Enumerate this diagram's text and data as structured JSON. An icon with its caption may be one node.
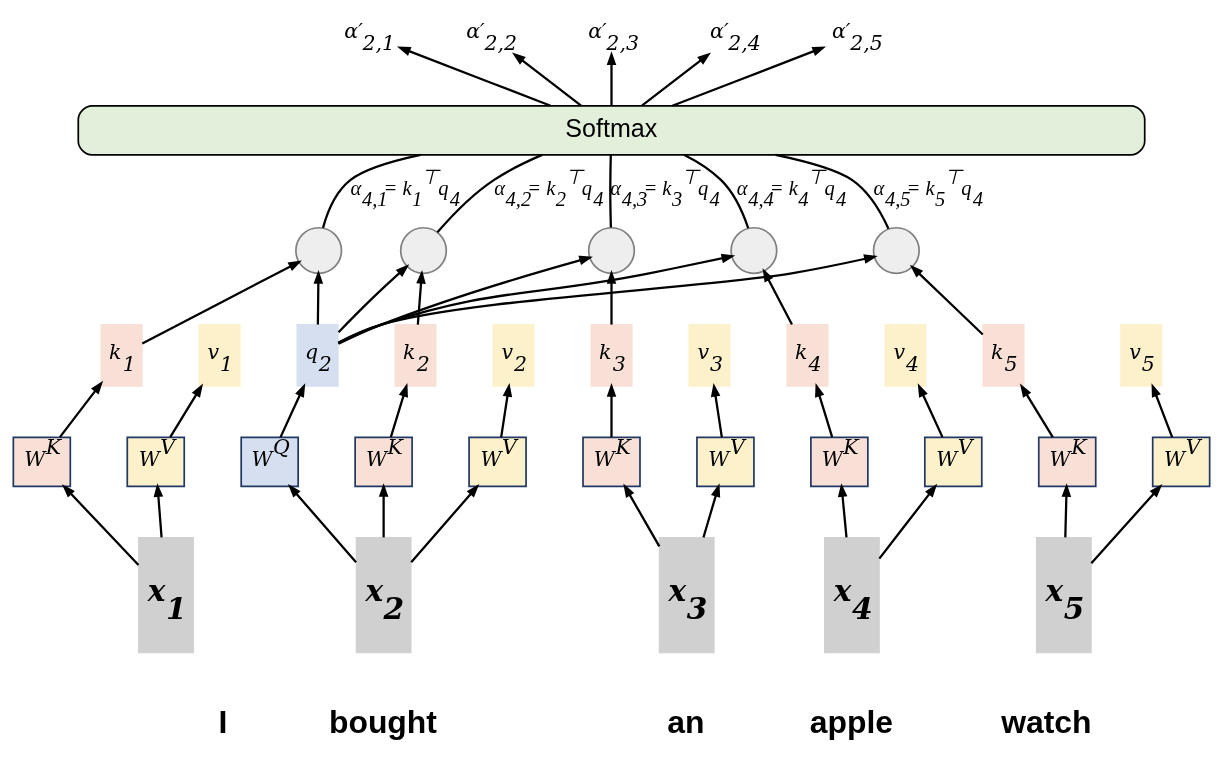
{
  "diagram": {
    "nodes": [
      {
        "text": [
          "α′$_{2,1}$"
        ]
      },
      {
        "text": [
          "α′$_{2,2}$"
        ]
      },
      {
        "text": [
          "α′$_{2,3}$"
        ]
      },
      {
        "text": [
          "α′$_{2,4}$"
        ]
      },
      {
        "text": [
          "α′$_{2,5}$"
        ]
      },
      {
        "text": [
          "Softmax"
        ]
      },
      {
        "text": [],
        "shape": "circle"
      },
      {
        "text": [],
        "shape": "circle"
      },
      {
        "text": [],
        "shape": "circle"
      },
      {
        "text": [],
        "shape": "circle"
      },
      {
        "text": [],
        "shape": "circle"
      },
      {
        "text": [
          "k$_{1}$"
        ]
      },
      {
        "text": [
          "v$_{1}$"
        ]
      },
      {
        "text": [
          "q$_{2}$"
        ]
      },
      {
        "text": [
          "k$_{2}$"
        ]
      },
      {
        "text": [
          "v$_{2}$"
        ]
      },
      {
        "text": [
          "k$_{3}$"
        ]
      },
      {
        "text": [
          "v$_{3}$"
        ]
      },
      {
        "text": [
          "k$_{4}$"
        ]
      },
      {
        "text": [
          "v$_{4}$"
        ]
      },
      {
        "text": [
          "k$_{5}$"
        ]
      },
      {
        "text": [
          "v$_{5}$"
        ]
      },
      {
        "text": [
          "W$^{K}$"
        ]
      },
      {
        "text": [
          "W$^{V}$"
        ]
      },
      {
        "text": [
          "W$^{Q}$"
        ]
      },
      {
        "text": [
          "W$^{K}$"
        ]
      },
      {
        "text": [
          "W$^{V}$"
        ]
      },
      {
        "text": [
          "W$^{K}$"
        ]
      },
      {
        "text": [
          "W$^{V}$"
        ]
      },
      {
        "text": [
          "W$^{K}$"
        ]
      },
      {
        "text": [
          "W$^{V}$"
        ]
      },
      {
        "text": [
          "W$^{K}$"
        ]
      },
      {
        "text": [
          "W$^{V}$"
        ]
      },
      {
        "text": [
          "x$_{1}$"
        ],
        "beside": [
          "I"
        ]
      },
      {
        "text": [
          "x$_{2}$"
        ],
        "beside": [
          "bought"
        ]
      },
      {
        "text": [
          "x$_{3}$"
        ],
        "beside": [
          "an"
        ]
      },
      {
        "text": [
          "x$_{4}$"
        ],
        "beside": [
          "apple"
        ]
      },
      {
        "text": [
          "x$_{5}$"
        ],
        "beside": [
          "watch"
        ]
      }
    ],
    "edges": [
      {
        "from": 5,
        "to": 0,
        "arrow": "to"
      },
      {
        "from": 5,
        "to": 1,
        "arrow": "to"
      },
      {
        "from": 5,
        "to": 2,
        "arrow": "to"
      },
      {
        "from": 5,
        "to": 3,
        "arrow": "to"
      },
      {
        "from": 5,
        "to": 4,
        "arrow": "to"
      },
      {
        "from": 6,
        "to": 5,
        "arrow": "none",
        "label": "α$_{4,1}$= k$_{1}$$^{⊤}$q$_{4}$"
      },
      {
        "from": 7,
        "to": 5,
        "arrow": "none",
        "label": "α$_{4,2}$= k$_{2}$$^{⊤}$q$_{4}$"
      },
      {
        "from": 8,
        "to": 5,
        "arrow": "none",
        "label": "α$_{4,3}$= k$_{3}$$^{⊤}$q$_{4}$"
      },
      {
        "from": 9,
        "to": 5,
        "arrow": "none",
        "label": "α$_{4,4}$= k$_{4}$$^{⊤}$q$_{4}$"
      },
      {
        "from": 10,
        "to": 5,
        "arrow": "none",
        "label": "α$_{4,5}$= k$_{5}$$^{⊤}$q$_{4}$"
      },
      {
        "from": 11,
        "to": 6,
        "arrow": "to"
      },
      {
        "from": 13,
        "to": 6,
        "arrow": "to"
      },
      {
        "from": 13,
        "to": 7,
        "arrow": "to"
      },
      {
        "from": 13,
        "to": 8,
        "arrow": "to"
      },
      {
        "from": 13,
        "to": 9,
        "arrow": "to"
      },
      {
        "from": 13,
        "to": 10,
        "arrow": "to"
      },
      {
        "from": 14,
        "to": 7,
        "arrow": "to"
      },
      {
        "from": 16,
        "to": 8,
        "arrow": "to"
      },
      {
        "from": 18,
        "to": 9,
        "arrow": "to"
      },
      {
        "from": 20,
        "to": 10,
        "arrow": "to"
      },
      {
        "from": 22,
        "to": 11,
        "arrow": "to"
      },
      {
        "from": 23,
        "to": 12,
        "arrow": "to"
      },
      {
        "from": 24,
        "to": 13,
        "arrow": "to"
      },
      {
        "from": 25,
        "to": 14,
        "arrow": "to"
      },
      {
        "from": 26,
        "to": 15,
        "arrow": "to"
      },
      {
        "from": 27,
        "to": 16,
        "arrow": "to"
      },
      {
        "from": 28,
        "to": 17,
        "arrow": "to"
      },
      {
        "from": 29,
        "to": 18,
        "arrow": "to"
      },
      {
        "from": 30,
        "to": 19,
        "arrow": "to"
      },
      {
        "from": 31,
        "to": 20,
        "arrow": "to"
      },
      {
        "from": 32,
        "to": 21,
        "arrow": "to"
      },
      {
        "from": 33,
        "to": 22,
        "arrow": "to"
      },
      {
        "from": 33,
        "to": 23,
        "arrow": "to"
      },
      {
        "from": 34,
        "to": 24,
        "arrow": "to"
      },
      {
        "from": 34,
        "to": 25,
        "arrow": "to"
      },
      {
        "from": 34,
        "to": 26,
        "arrow": "to"
      },
      {
        "from": 35,
        "to": 27,
        "arrow": "to"
      },
      {
        "from": 35,
        "to": 28,
        "arrow": "to"
      },
      {
        "from": 36,
        "to": 29,
        "arrow": "to"
      },
      {
        "from": 36,
        "to": 30,
        "arrow": "to"
      },
      {
        "from": 37,
        "to": 31,
        "arrow": "to"
      },
      {
        "from": 37,
        "to": 32,
        "arrow": "to"
      }
    ]
  }
}
